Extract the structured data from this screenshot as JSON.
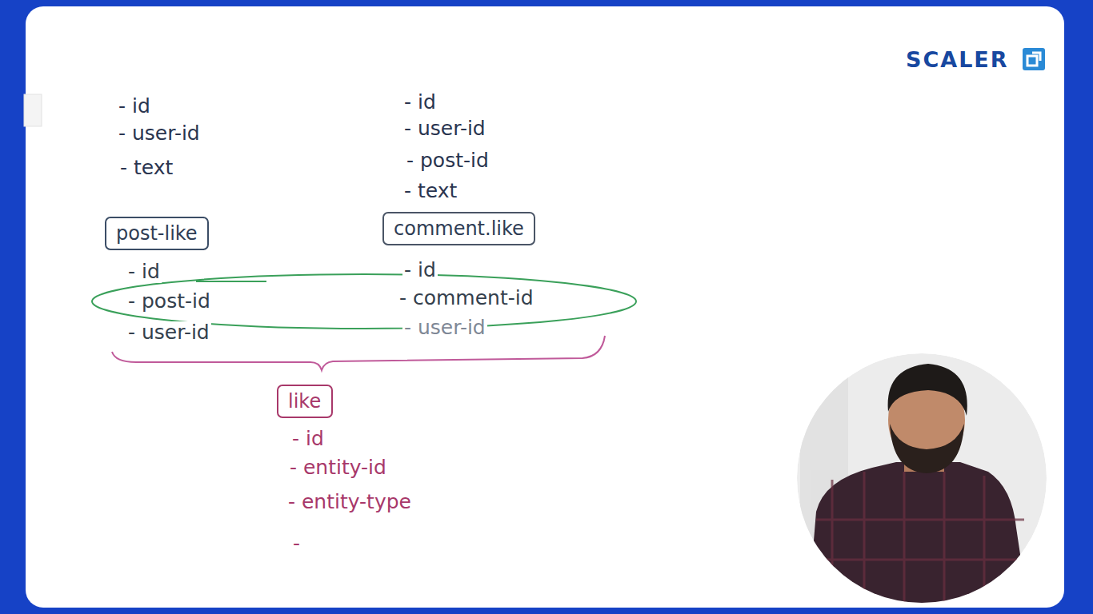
{
  "diagram": {
    "nodes": [
      {
        "text": [
          "post-like"
        ]
      },
      {
        "text": [
          "comment.like"
        ]
      },
      {
        "text": [
          "like"
        ]
      }
    ],
    "labels": [
      "- id",
      "- user-id",
      "- text",
      "- id",
      "- user-id",
      "- post-id",
      "- text",
      "- id",
      "- post-id",
      "- user-id",
      "- id",
      "- comment-id",
      "- user-id",
      "- id",
      "- entity-id",
      "- entity-type",
      "-",
      "SCALER"
    ]
  }
}
